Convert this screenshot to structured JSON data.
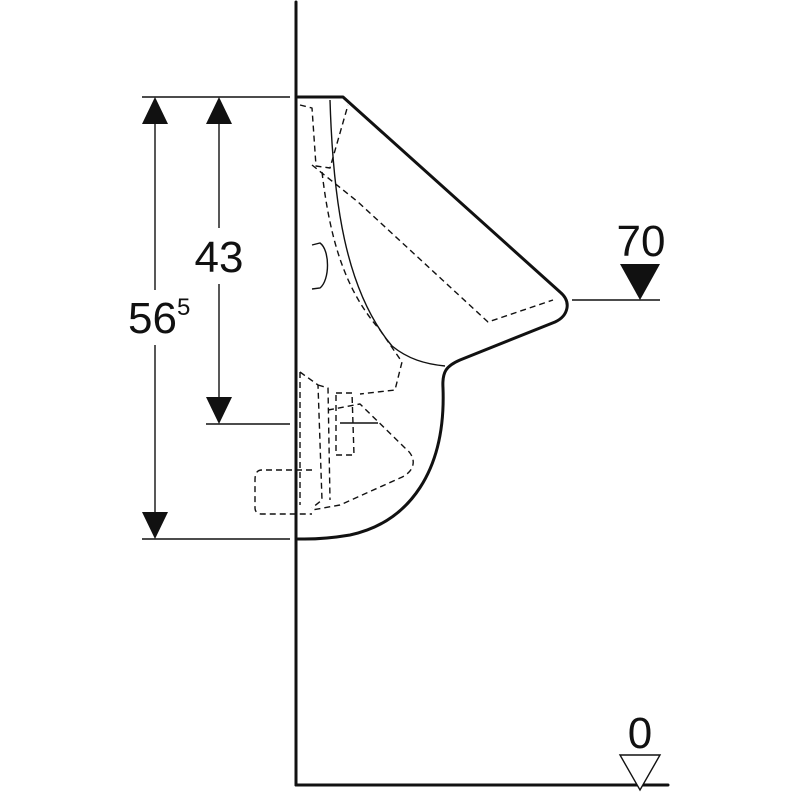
{
  "diagram": {
    "labels": {
      "height_43": "43",
      "height_56_base": "56",
      "height_56_sup": "5",
      "level_70": "70",
      "level_0": "0"
    },
    "colors": {
      "line": "#111111",
      "background": "#ffffff"
    }
  }
}
